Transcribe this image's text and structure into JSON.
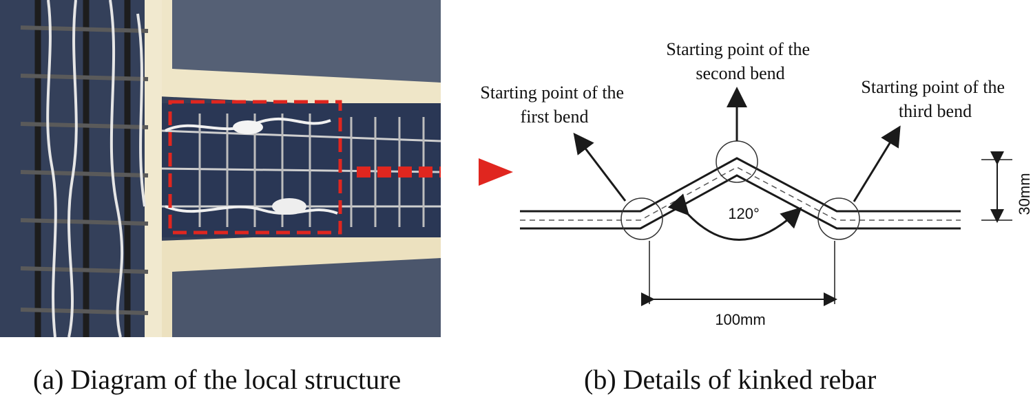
{
  "panel_a": {
    "caption": "(a) Diagram of the local structure"
  },
  "panel_b": {
    "caption": "(b) Details of kinked rebar",
    "labels": {
      "first_bend": [
        "Starting point of the",
        "first bend"
      ],
      "second_bend": [
        "Starting point of the",
        "second bend"
      ],
      "third_bend": [
        "Starting point of the",
        "third bend"
      ]
    },
    "angle": "120°",
    "width": "100mm",
    "height": "30mm"
  },
  "colors": {
    "highlight": "#e0261f",
    "rebar": "#1a1a1a",
    "formwork": "#efe6c8",
    "steel_bg": "#2c3a55"
  }
}
